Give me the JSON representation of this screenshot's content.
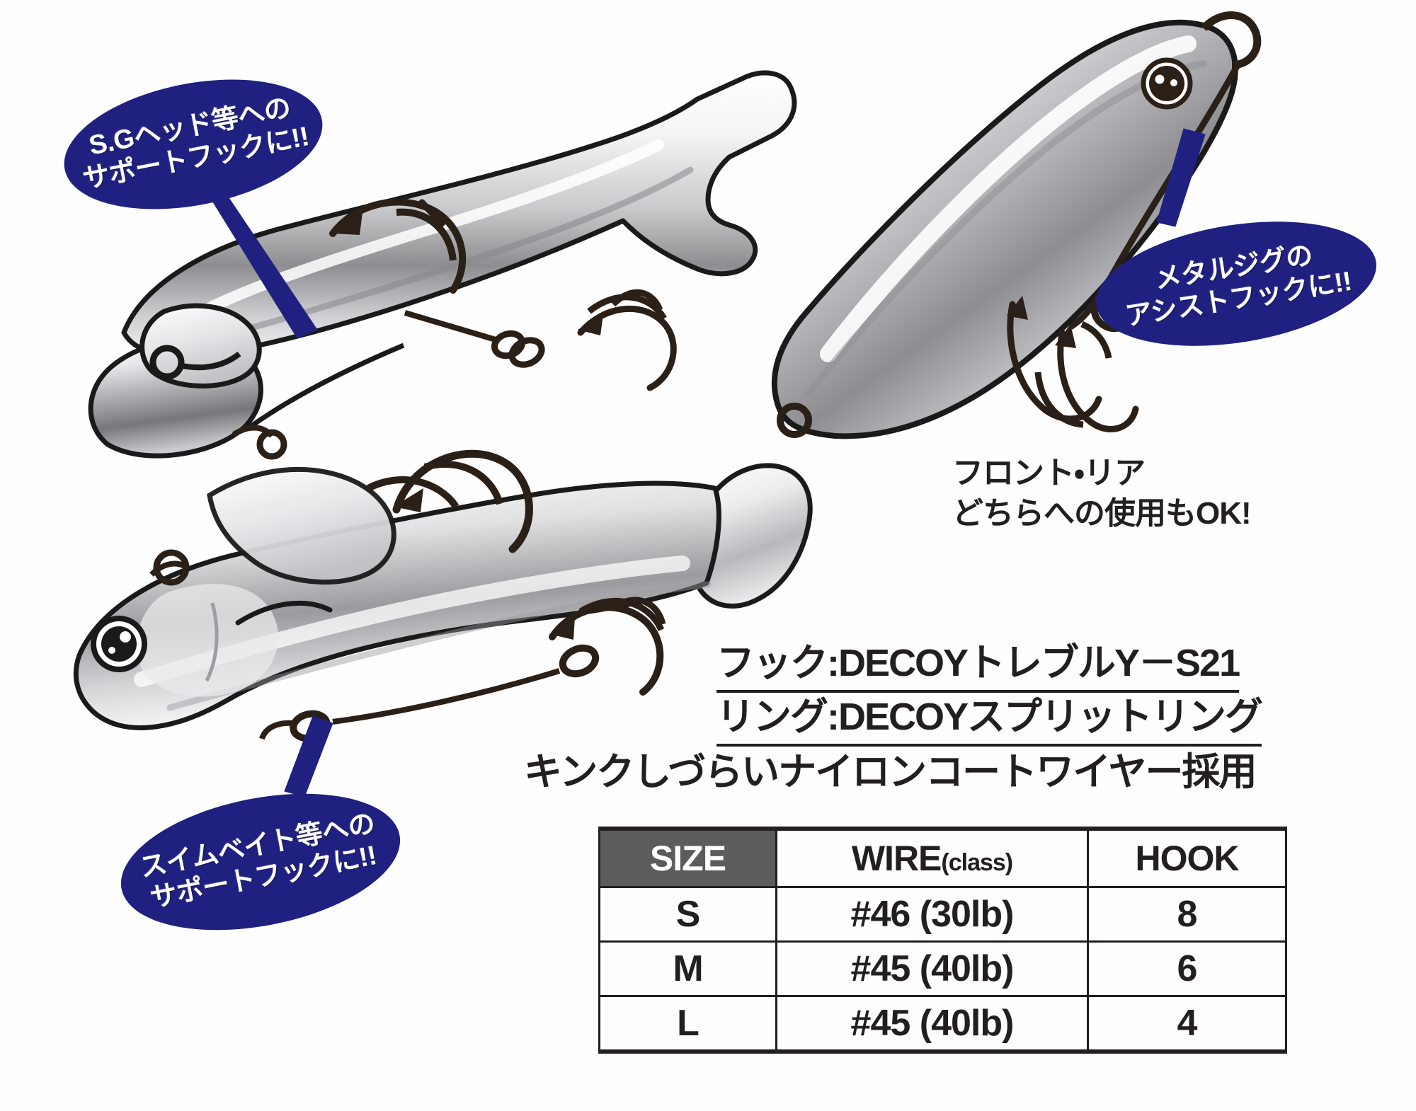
{
  "badges": [
    {
      "id": "sg",
      "name": "badge-sg-head",
      "line1": "S.Gヘッド等への",
      "line2": "サポートフックに!!",
      "color": "#1f2080"
    },
    {
      "id": "jig",
      "name": "badge-metal-jig",
      "line1": "メタルジグの",
      "line2": "アシストフックに!!",
      "color": "#1f2080"
    },
    {
      "id": "swim",
      "name": "badge-swimbait",
      "line1": "スイムベイト等への",
      "line2": "サポートフックに!!",
      "color": "#1f2080"
    }
  ],
  "notes": {
    "front_rear_line1": "フロント・リア",
    "front_rear_line2": "どちらへの使用もOK!"
  },
  "specs": {
    "hook": "フック:DECOYトレブルY－S21",
    "ring": "リング:DECOYスプリットリング",
    "wire": "キンクしづらいナイロンコートワイヤー採用"
  },
  "table": {
    "headers": {
      "size": "SIZE",
      "wire_main": "WIRE",
      "wire_sub": "(class)",
      "hook": "HOOK"
    },
    "header_bg": "#5d5c5c",
    "rows": [
      {
        "size": "S",
        "wire": "#46",
        "wire_class": "(30lb)",
        "hook": "8"
      },
      {
        "size": "M",
        "wire": "#45",
        "wire_class": "(40lb)",
        "hook": "6"
      },
      {
        "size": "L",
        "wire": "#45",
        "wire_class": "(40lb)",
        "hook": "4"
      }
    ]
  },
  "illustrations": {
    "top_left": "soft-swimbait-on-jighead-with-support-hook",
    "top_right": "metal-jig-with-assist-hook",
    "bottom_left": "swimbait-with-support-hook"
  }
}
